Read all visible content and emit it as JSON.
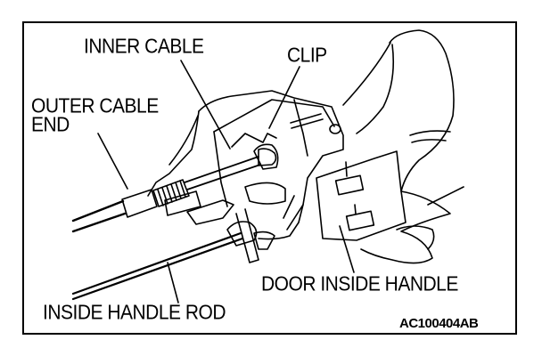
{
  "labels": {
    "inner_cable": "INNER CABLE",
    "clip": "CLIP",
    "outer_cable_end_line1": "OUTER CABLE",
    "outer_cable_end_line2": "END",
    "door_inside_handle": "DOOR INSIDE HANDLE",
    "inside_handle_rod": "INSIDE HANDLE ROD"
  },
  "figure_code": "AC100404AB"
}
